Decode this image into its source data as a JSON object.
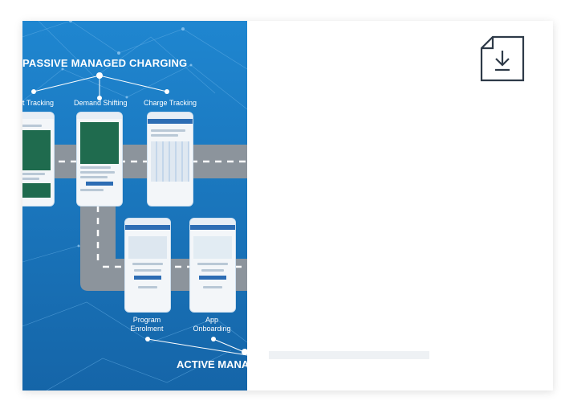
{
  "poster": {
    "title_top": "PASSIVE MANAGED CHARGING",
    "title_bottom": "ACTIVE MANA",
    "labels_top": [
      "t Tracking",
      "Demand Shifting",
      "Charge Tracking"
    ],
    "labels_bottom": [
      {
        "line1": "Program",
        "line2": "Enrolment"
      },
      {
        "line1": "App",
        "line2": "Onboarding"
      }
    ],
    "colors": {
      "background": "#1f7fc9",
      "road": "#8c949c",
      "road_dash": "#ffffff"
    }
  },
  "download": {
    "icon": "download-file-icon"
  }
}
